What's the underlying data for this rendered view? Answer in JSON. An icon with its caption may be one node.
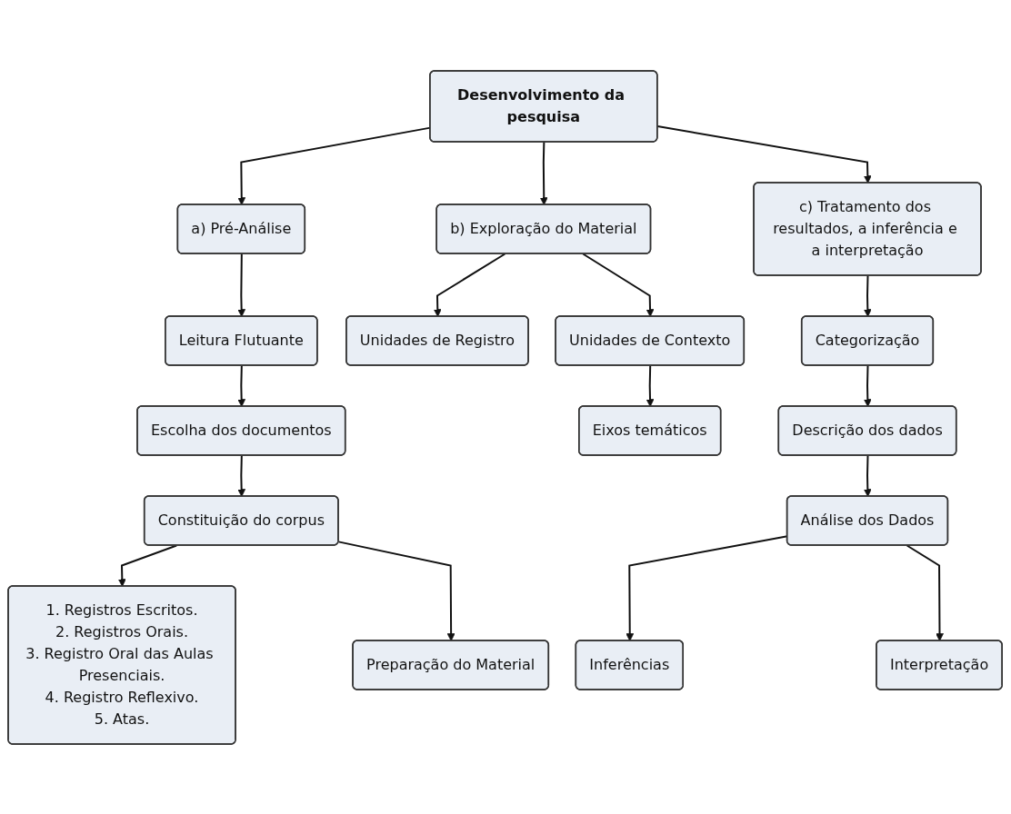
{
  "diagram": {
    "nodes": [
      {
        "text": [
          "Desenvolvimento da pesquisa"
        ]
      },
      {
        "text": [
          "a) Pré-Análise"
        ]
      },
      {
        "text": [
          "b) Exploração do Material"
        ]
      },
      {
        "text": [
          "c) Tratamento dos resultados, a inferência e a interpretação"
        ]
      },
      {
        "text": [
          "Leitura Flutuante"
        ]
      },
      {
        "text": [
          "Unidades de Registro"
        ]
      },
      {
        "text": [
          "Unidades de Contexto"
        ]
      },
      {
        "text": [
          "Categorização"
        ]
      },
      {
        "text": [
          "Escolha dos documentos"
        ]
      },
      {
        "text": [
          "Eixos temáticos"
        ]
      },
      {
        "text": [
          "Descrição dos dados"
        ]
      },
      {
        "text": [
          "1. Registros Escritos.",
          "2. Registros Orais.",
          "3. Registro Oral das Aulas Presenciais.",
          "4. Registro Reflexivo.",
          "5. Atas."
        ]
      },
      {
        "text": [
          "Constituição do corpus"
        ]
      },
      {
        "text": [
          "Análise dos Dados"
        ]
      },
      {
        "text": [
          "Inferências"
        ]
      },
      {
        "text": [
          "Interpretação"
        ]
      },
      {
        "text": [
          "Preparação do Material"
        ]
      }
    ],
    "edges": [
      {
        "from": 0,
        "to": 1,
        "arrow": "to"
      },
      {
        "from": 0,
        "to": 2,
        "arrow": "to"
      },
      {
        "from": 0,
        "to": 3,
        "arrow": "to"
      },
      {
        "from": 1,
        "to": 4,
        "arrow": "to"
      },
      {
        "from": 2,
        "to": 5,
        "arrow": "to"
      },
      {
        "from": 2,
        "to": 6,
        "arrow": "to"
      },
      {
        "from": 3,
        "to": 7,
        "arrow": "to"
      },
      {
        "from": 4,
        "to": 8,
        "arrow": "to"
      },
      {
        "from": 6,
        "to": 9,
        "arrow": "to"
      },
      {
        "from": 7,
        "to": 10,
        "arrow": "to"
      },
      {
        "from": 8,
        "to": 12,
        "arrow": "to"
      },
      {
        "from": 12,
        "to": 11,
        "arrow": "to"
      },
      {
        "from": 12,
        "to": 16,
        "arrow": "to"
      },
      {
        "from": 10,
        "to": 13,
        "arrow": "to"
      },
      {
        "from": 13,
        "to": 14,
        "arrow": "to"
      },
      {
        "from": 13,
        "to": 15,
        "arrow": "to"
      }
    ]
  }
}
